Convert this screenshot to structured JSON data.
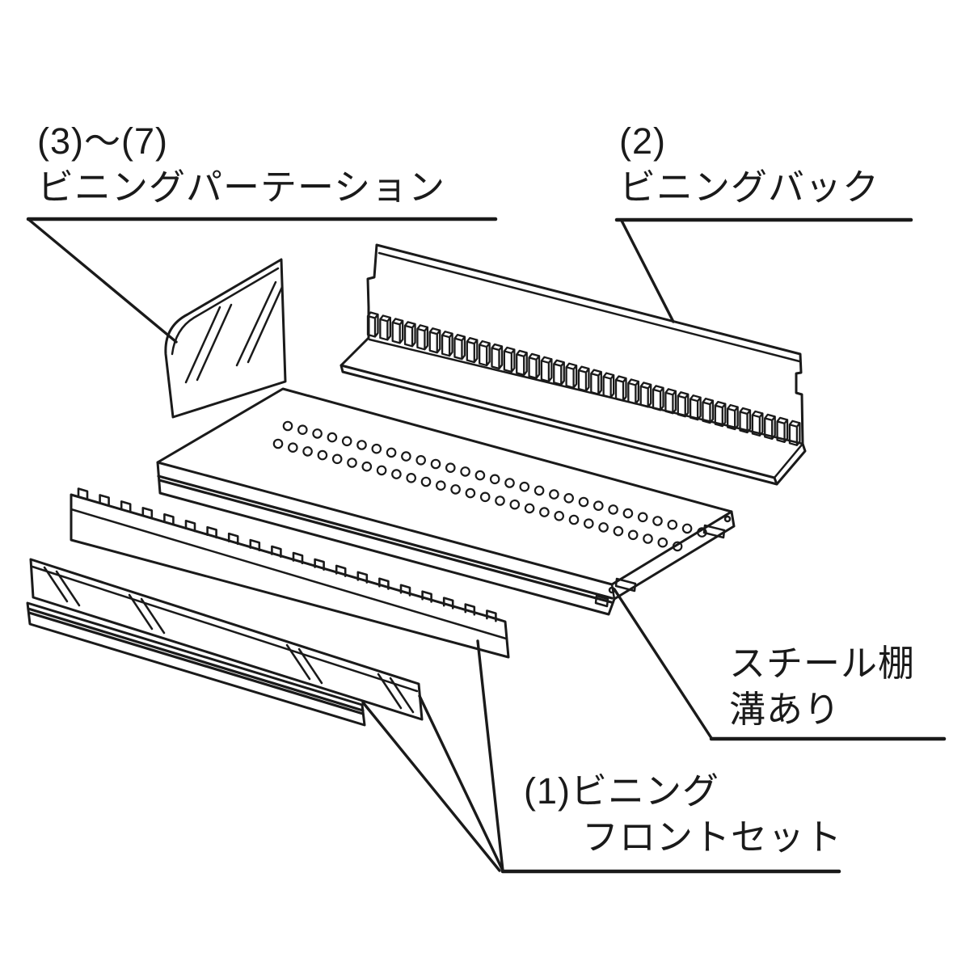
{
  "background_color": "#ffffff",
  "line_color": "#1a1a1a",
  "labels": {
    "partition": {
      "line1": "(3)～(7)",
      "line2": "ビニングパーテーション"
    },
    "back_panel": {
      "line1": "(2)",
      "line2": "ビニングバック"
    },
    "steel_shelf": {
      "line1": "スチール棚",
      "line2": "溝あり"
    },
    "front_set": {
      "line1": "(1)ビニング",
      "line2": "フロントセット"
    }
  }
}
